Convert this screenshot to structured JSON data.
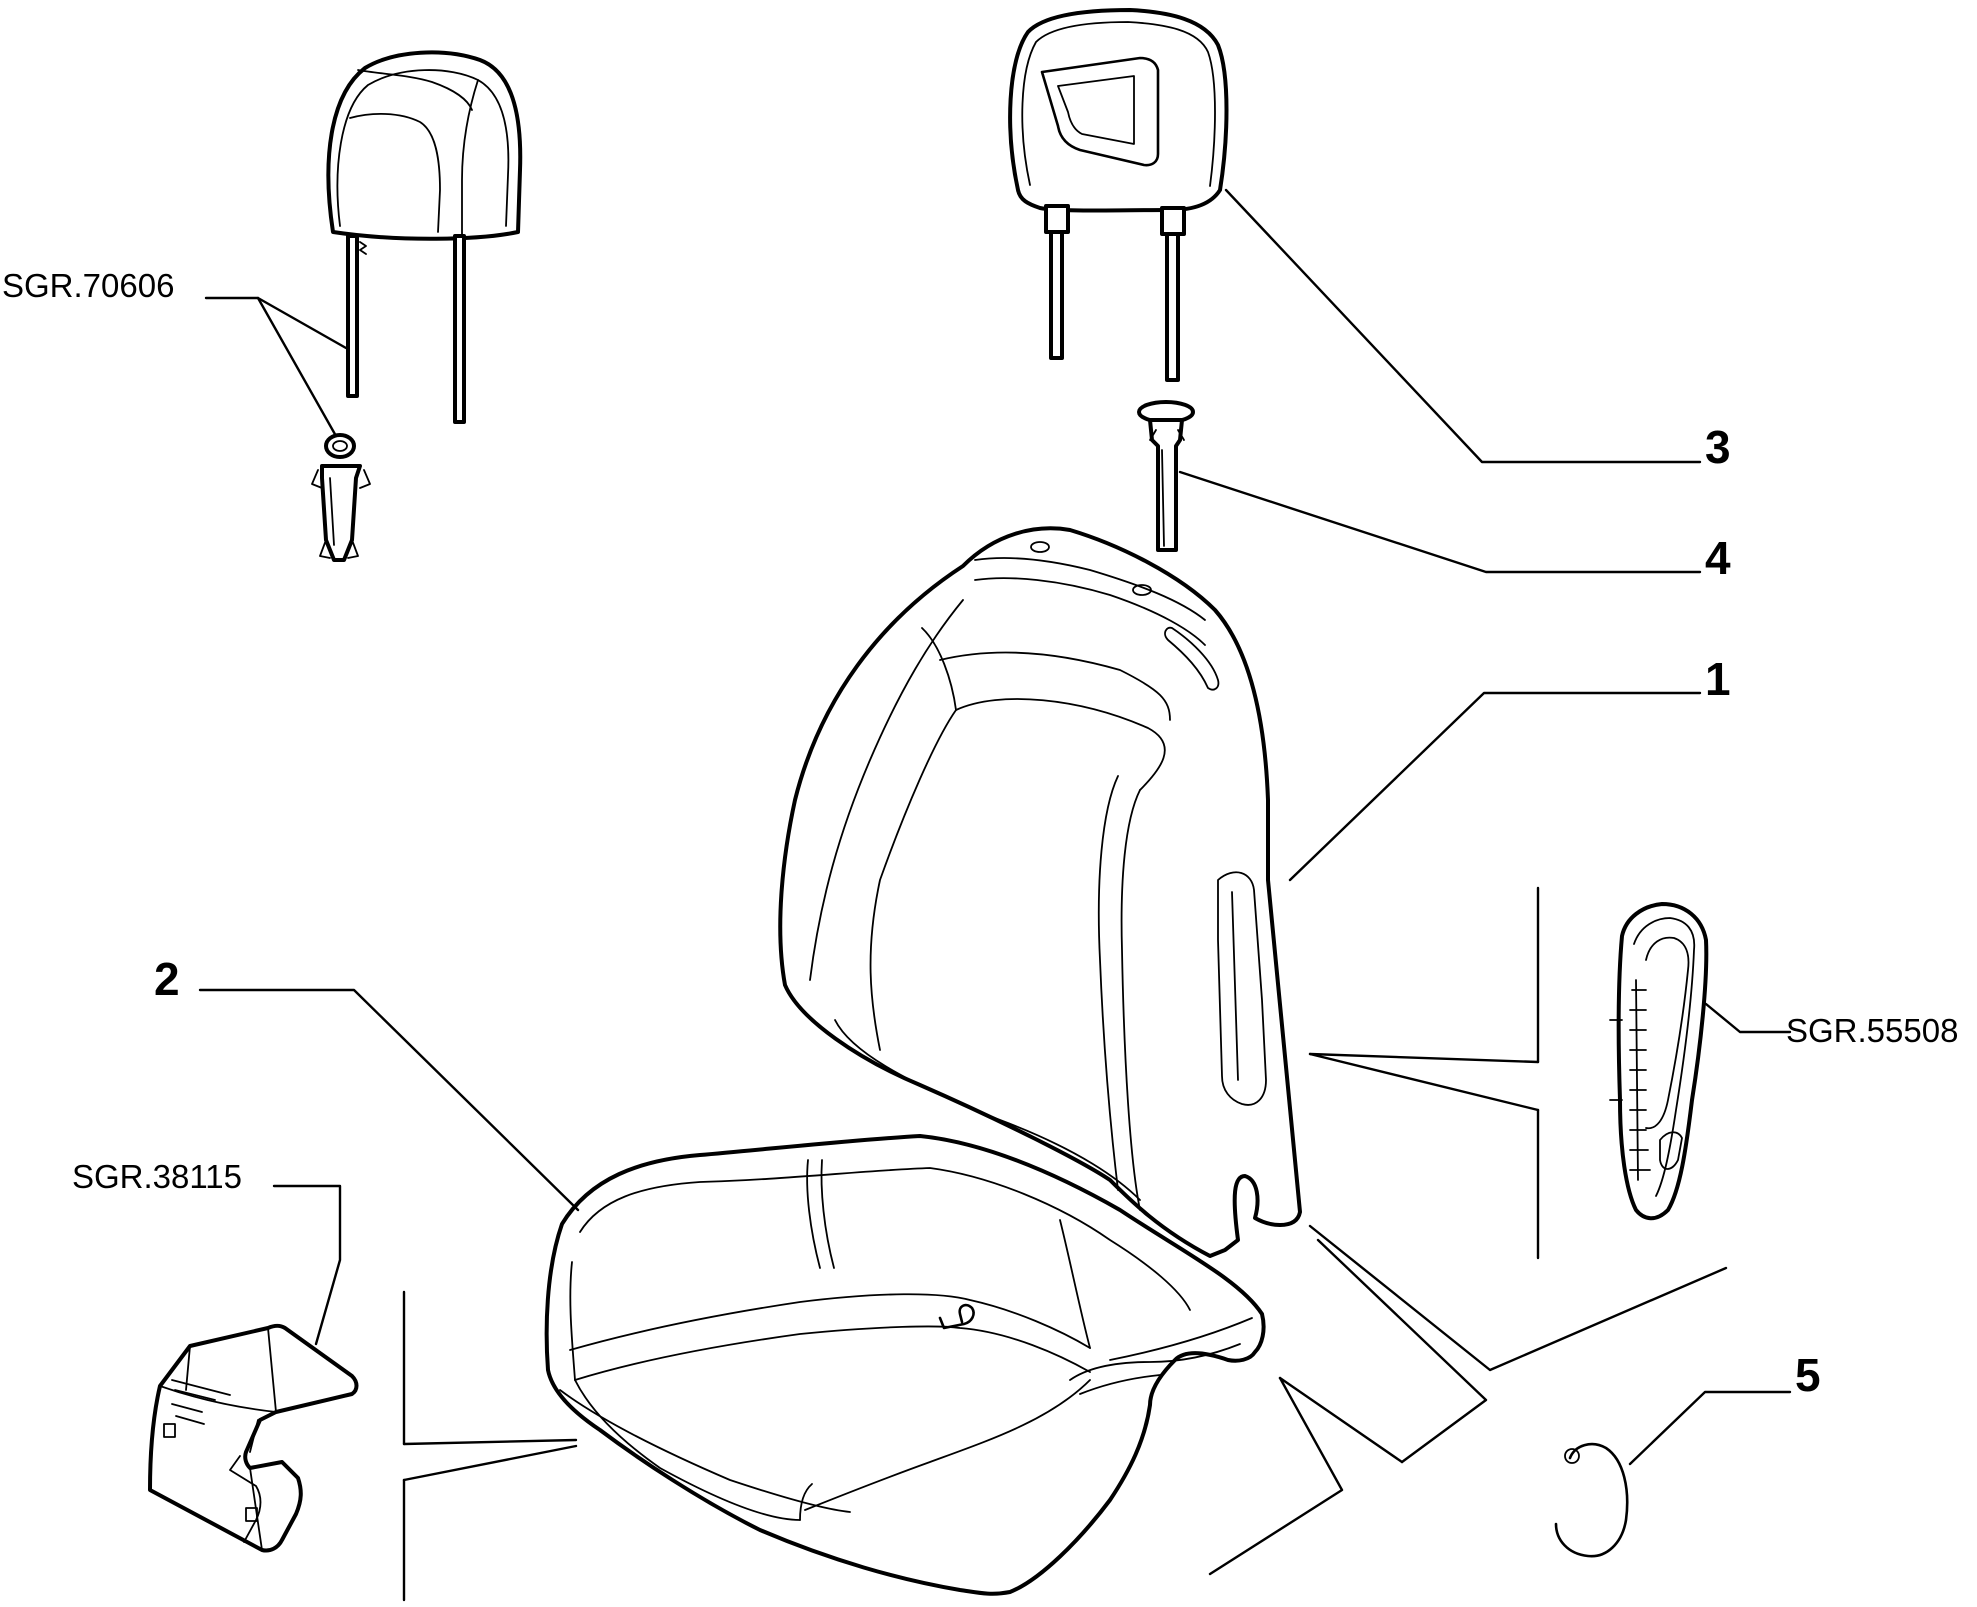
{
  "callouts": {
    "ref_headrest_guide": "SGR.70606",
    "ref_side_trim": "SGR.55508",
    "ref_bracket": "SGR.38115",
    "part_backrest_cover": "1",
    "part_cushion_cover": "2",
    "part_headrest": "3",
    "part_headrest_guide": "4",
    "part_clip": "5"
  }
}
